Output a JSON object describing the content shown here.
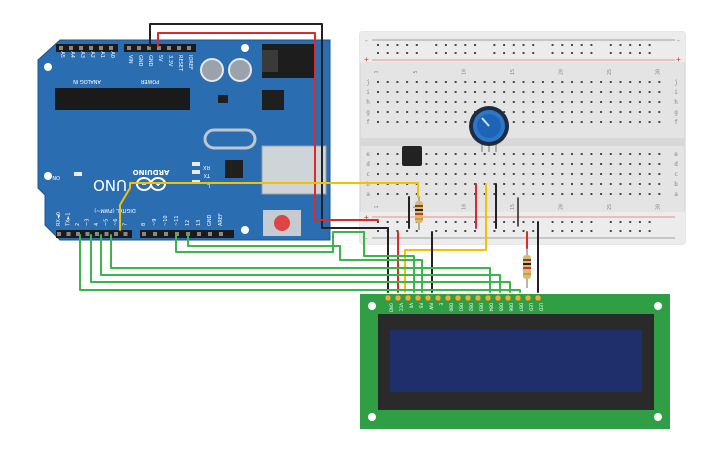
{
  "colors": {
    "arduino_board": "#2a6db0",
    "breadboard": "#e8e8e8",
    "lcd_pcb": "#2f9e44",
    "lcd_screen": "#1f2f6b",
    "wire_black": "#222222",
    "wire_red": "#d92b2b",
    "wire_yellow": "#f2c200",
    "wire_green": "#3cb54a",
    "pot_knob": "#1e64b4"
  },
  "arduino": {
    "brand": "ARDUINO",
    "model": "UNO",
    "header_analog": "ANALOG IN",
    "header_power": "POWER",
    "header_digital": "DIGITAL (PWM~)",
    "analog_pins": [
      "A5",
      "A4",
      "A3",
      "A2",
      "A1",
      "A0"
    ],
    "power_pins": [
      "VIN",
      "GND",
      "GND",
      "5V",
      "3.3V",
      "RESET",
      "IOREF"
    ],
    "digital_pins": [
      "RX◄0",
      "TX►1",
      "2",
      "~3",
      "4",
      "~5",
      "~6",
      "7",
      "8",
      "~9",
      "~10",
      "~11",
      "12",
      "13",
      "GND",
      "AREF"
    ],
    "leds": [
      "RX",
      "TX",
      "L"
    ],
    "on_label": "ON"
  },
  "breadboard": {
    "columns": [
      "1",
      "5",
      "10",
      "15",
      "20",
      "25",
      "30"
    ],
    "rows_top": [
      "j",
      "i",
      "h",
      "g",
      "f"
    ],
    "rows_bottom": [
      "e",
      "d",
      "c",
      "b",
      "a"
    ],
    "rail_plus": "+",
    "rail_minus": "-"
  },
  "lcd": {
    "pin_labels": [
      "GND",
      "VCC",
      "V0",
      "RS",
      "RW",
      "E",
      "DB0",
      "DB1",
      "DB2",
      "DB3",
      "DB4",
      "DB5",
      "DB6",
      "DB7",
      "LED",
      "LED"
    ]
  },
  "components": {
    "potentiometer": "potentiometer",
    "resistor_1": "resistor",
    "resistor_2": "resistor",
    "ic": "ic-chip"
  }
}
